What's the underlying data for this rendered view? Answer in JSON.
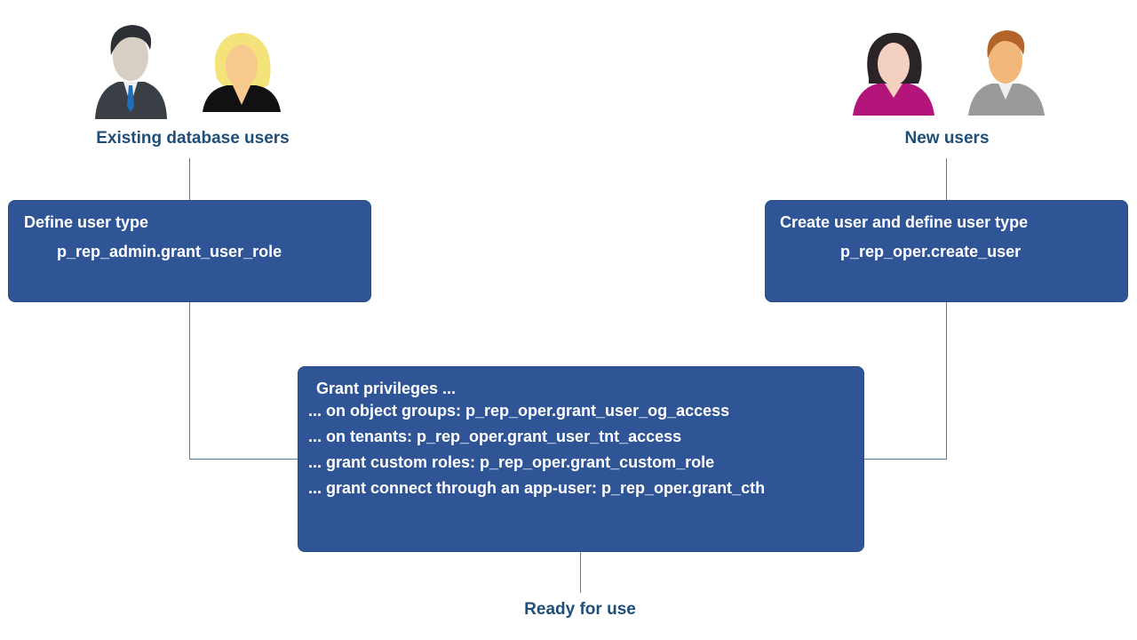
{
  "groups": {
    "existing": {
      "label": "Existing database users"
    },
    "new": {
      "label": "New users"
    }
  },
  "boxes": {
    "define_type": {
      "title": "Define user type",
      "procedure": "p_rep_admin.grant_user_role"
    },
    "create_user": {
      "title": "Create user and define user type",
      "procedure": "p_rep_oper.create_user"
    },
    "grant": {
      "title": "Grant privileges ...",
      "lines": [
        "... on object groups: p_rep_oper.grant_user_og_access",
        "... on tenants: p_rep_oper.grant_user_tnt_access",
        "... grant custom roles: p_rep_oper.grant_custom_role",
        "... grant connect through an app-user: p_rep_oper.grant_cth"
      ]
    }
  },
  "final": {
    "label": "Ready for use"
  },
  "colors": {
    "box": "#2f5597",
    "heading": "#1f4e79",
    "connector": "#4a7fab"
  }
}
